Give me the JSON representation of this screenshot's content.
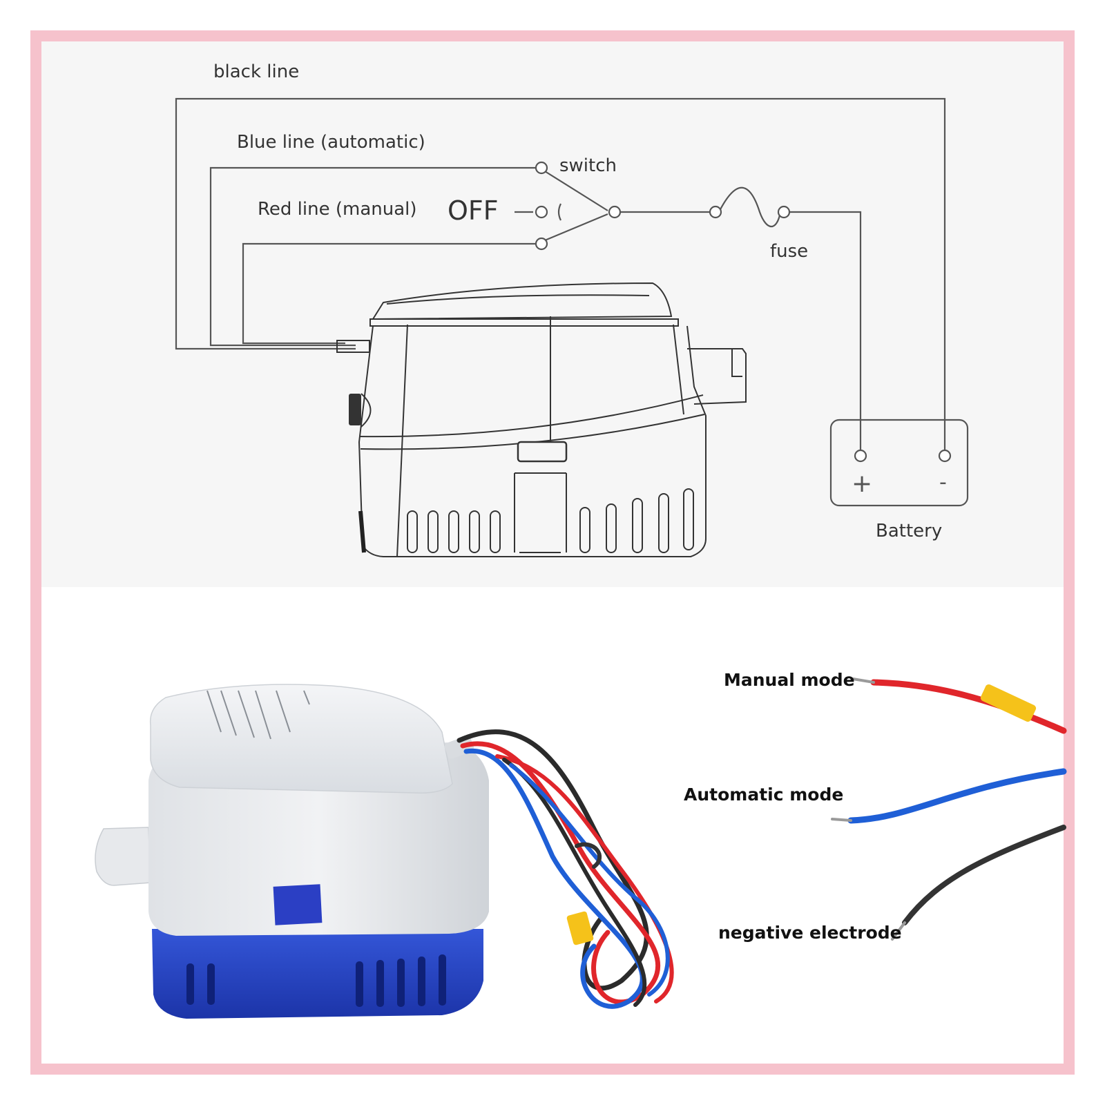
{
  "diagram": {
    "labels": {
      "black_line": "black line",
      "blue_line": "Blue line (automatic)",
      "red_line": "Red line (manual)",
      "switch": "switch",
      "off": "OFF",
      "fuse": "fuse",
      "battery": "Battery",
      "battery_plus": "+",
      "battery_minus": "-"
    }
  },
  "photo": {
    "labels": {
      "manual": "Manual mode",
      "automatic": "Automatic mode",
      "negative": "negative electrode"
    },
    "wire_colors": {
      "red": "#e0262b",
      "blue": "#1f5fd6",
      "black": "#333333"
    },
    "pump_colors": {
      "top": "#e9ecef",
      "base": "#2444c4"
    }
  },
  "frame": {
    "border_color": "#f6c2cc"
  }
}
